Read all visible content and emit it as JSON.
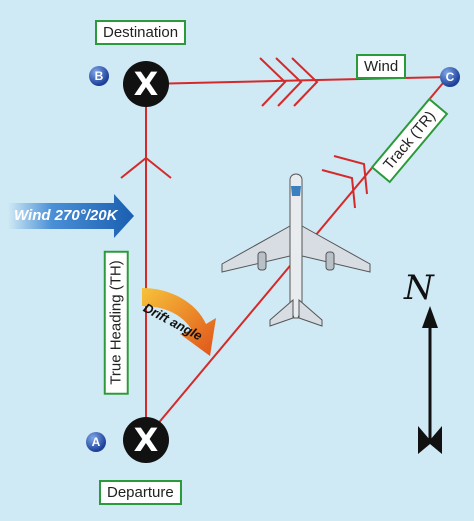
{
  "labels": {
    "destination": "Destination",
    "departure": "Departure",
    "wind": "Wind",
    "track": "Track (TR)",
    "true_heading": "True Heading (TH)",
    "wind_arrow": "Wind 270°/20K",
    "drift_angle": "Drift angle",
    "north": "N"
  },
  "points": {
    "a": "A",
    "b": "B",
    "c": "C",
    "marker": "X"
  },
  "colors": {
    "background": "#cfe9f5",
    "vector_line": "#d42a2a",
    "label_border": "#2a9a3a",
    "wind_arrow": "#1f6fc2",
    "drift_arrow": "#f08a1a",
    "badge": "#1c3f99"
  },
  "icons": [
    "airplane-icon",
    "north-arrow-icon",
    "wind-arrow-icon",
    "drift-arrow-icon"
  ]
}
